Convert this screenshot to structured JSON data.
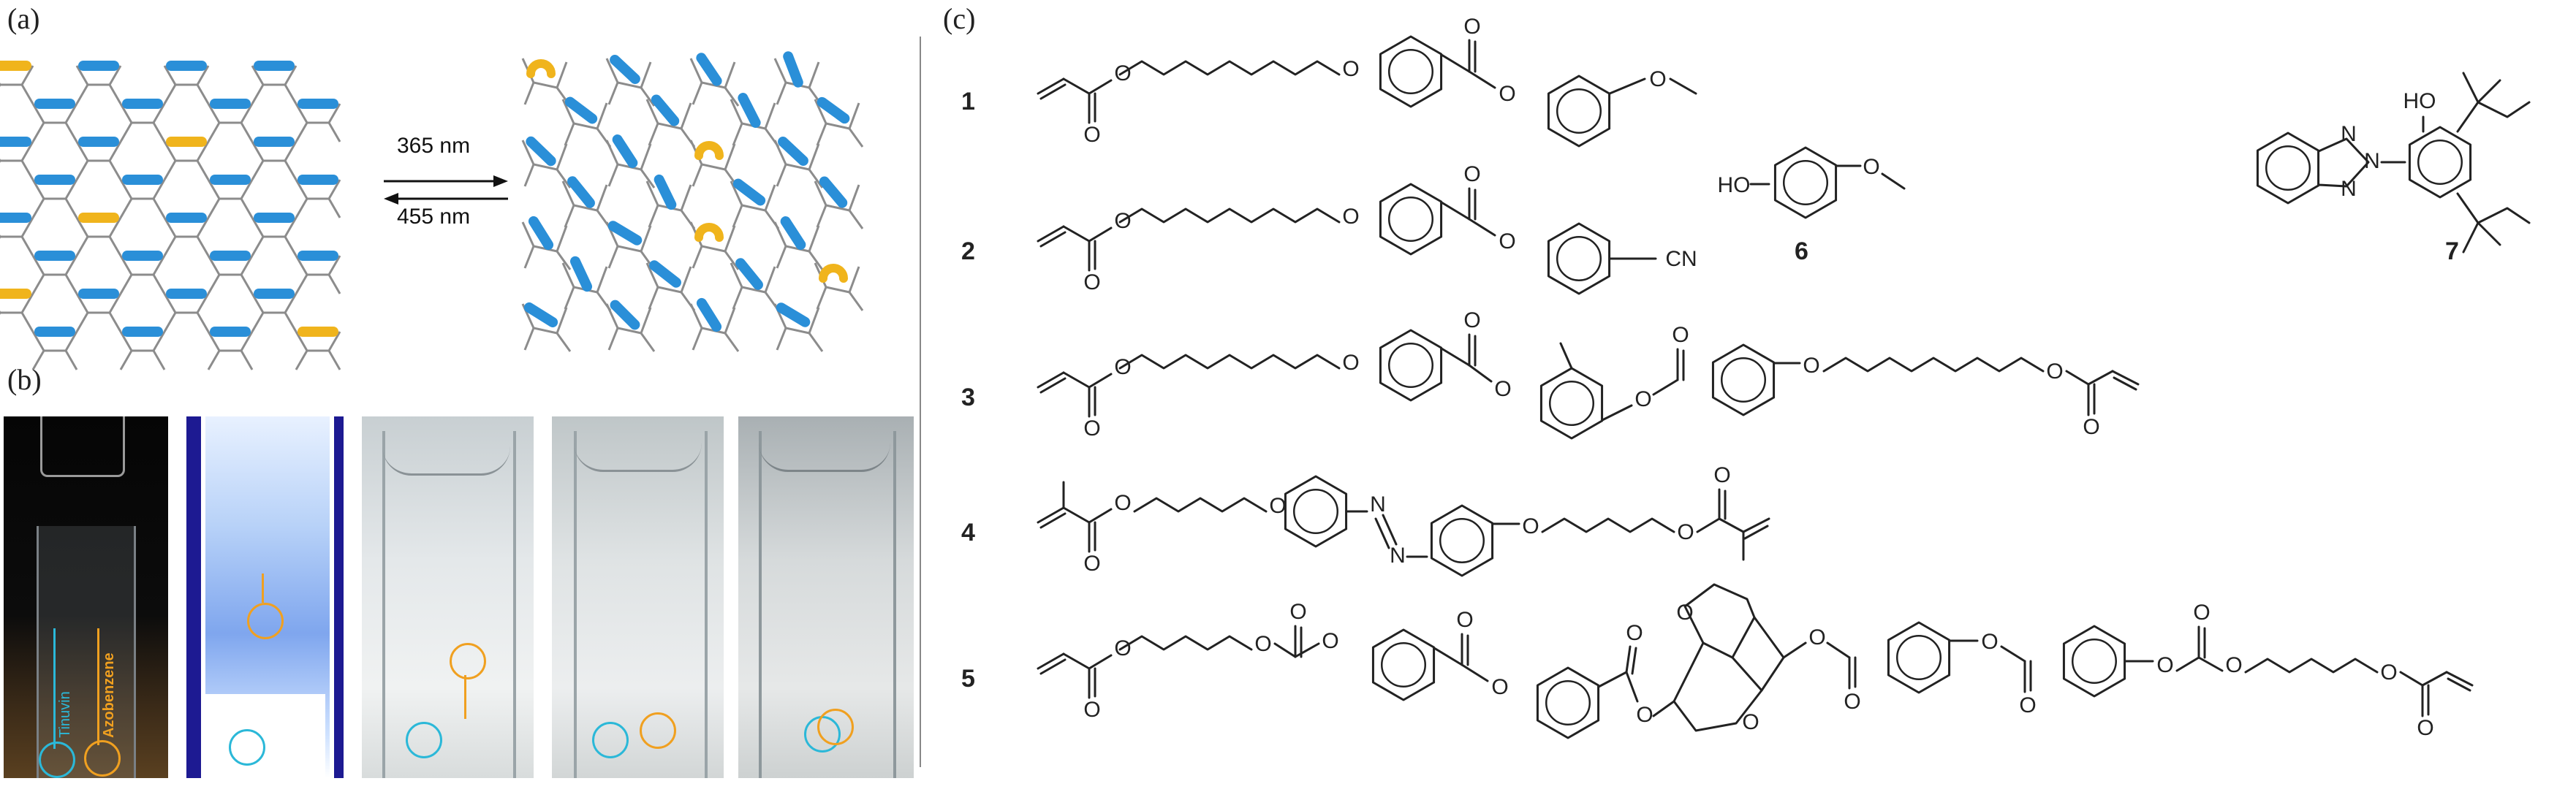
{
  "panels": {
    "a": "(a)",
    "b": "(b)",
    "c": "(c)"
  },
  "panel_a": {
    "forward_wavelength": "365 nm",
    "reverse_wavelength": "455 nm"
  },
  "panel_b": {
    "photo1_label_blue": "Tinuvin",
    "photo1_label_orange": "Azobenzene"
  },
  "compounds": [
    "1",
    "2",
    "3",
    "4",
    "5",
    "6",
    "7"
  ],
  "atoms": {
    "oxygen": "O",
    "hydroxyl": "HO",
    "nitrile": "CN",
    "nitrogen": "N"
  },
  "colors": {
    "mesogen_blue": "#2a8fd8",
    "azo_yellow": "#f0b41c",
    "network_gray": "#8c8c8c",
    "circle_cyan": "#2bb8d8",
    "circle_orange": "#f0a020"
  }
}
